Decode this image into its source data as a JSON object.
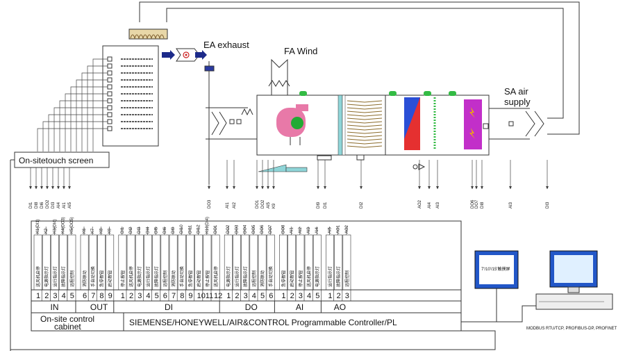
{
  "labels": {
    "ea_exhaust": "EA exhaust",
    "fa_wind": "FA Wind",
    "sa_air": "SA air",
    "sa_supply": "supply",
    "touch_screen": "On-sitetouch screen",
    "control_cabinet_1": "On-site control",
    "control_cabinet_2": "cabinet",
    "controller": "SIEMENSE/HONEYWELL/AIR&CONTROL Programmable Controller/PL",
    "monitor_text": "7'/10'/15'触摸屏",
    "protocol": "MODBUS RTU/TCP, PROFIBUS-DP, PROFINET"
  },
  "groups": [
    {
      "name": "IN",
      "numbers": [
        "1",
        "2",
        "3",
        "4",
        "5"
      ]
    },
    {
      "name": "OUT",
      "numbers": [
        "6",
        "7",
        "8",
        "9"
      ]
    },
    {
      "name": "DI",
      "numbers": [
        "1",
        "2",
        "3",
        "4",
        "5",
        "6",
        "7",
        "8",
        "9",
        "10",
        "11",
        "12"
      ]
    },
    {
      "name": "DO",
      "numbers": [
        "1",
        "2",
        "3",
        "4",
        "5",
        "6"
      ]
    },
    {
      "name": "AI",
      "numbers": [
        "1",
        "2",
        "3",
        "4",
        "5"
      ]
    },
    {
      "name": "AO",
      "numbers": [
        "1",
        "2",
        "3"
      ]
    }
  ],
  "terminal_codes": [
    {
      "code": "K1(DI1)"
    },
    {
      "code": "K2"
    },
    {
      "code": "K3(DI4)"
    },
    {
      "code": "K4(DO3)"
    },
    {
      "code": "K5(DO5)"
    },
    {
      "code": "K6"
    },
    {
      "code": "K7"
    },
    {
      "code": "K8"
    },
    {
      "code": "K9"
    },
    {
      "code": "DI1"
    },
    {
      "code": "DI2"
    },
    {
      "code": "DI3"
    },
    {
      "code": "DI4"
    },
    {
      "code": "DI5"
    },
    {
      "code": "DI6"
    },
    {
      "code": "DI9"
    },
    {
      "code": "DI10"
    },
    {
      "code": "DI11"
    },
    {
      "code": "DI12"
    },
    {
      "code": "K10(DI4)"
    },
    {
      "code": "DO1"
    },
    {
      "code": "DO2"
    },
    {
      "code": "DO3"
    },
    {
      "code": "DO4"
    },
    {
      "code": "DO5"
    },
    {
      "code": "DO6"
    },
    {
      "code": "DO7"
    },
    {
      "code": "DO8"
    },
    {
      "code": "AI1"
    },
    {
      "code": "AI2"
    },
    {
      "code": "AI3"
    },
    {
      "code": "AI4"
    },
    {
      "code": "AI5"
    },
    {
      "code": "AO1"
    },
    {
      "code": "AO2"
    },
    {
      "code": "AO3"
    }
  ],
  "field_signals": [
    {
      "code": "DI1"
    },
    {
      "code": "DI8"
    },
    {
      "code": "DI6"
    },
    {
      "code": "DO2"
    },
    {
      "code": "DI3"
    },
    {
      "code": "AI4"
    },
    {
      "code": "AI1"
    },
    {
      "code": "AI5"
    },
    {
      "code": "DO3"
    },
    {
      "code": "AI1"
    },
    {
      "code": "AI2"
    },
    {
      "code": "DO1"
    },
    {
      "code": "DO2"
    },
    {
      "code": "AI5"
    },
    {
      "code": "K9"
    },
    {
      "code": "DI9"
    },
    {
      "code": "DI1"
    },
    {
      "code": "DI2"
    },
    {
      "code": "AO2"
    },
    {
      "code": "AI4"
    },
    {
      "code": "AI3"
    },
    {
      "code": "DO6"
    },
    {
      "code": "DO7"
    },
    {
      "code": "DI8"
    },
    {
      "code": "AI3"
    },
    {
      "code": "DI3"
    }
  ],
  "chinese_rows": [
    {
      "text": "送风机启停"
    },
    {
      "text": "电源指示灯"
    },
    {
      "text": "运行指示灯"
    },
    {
      "text": "故障指示灯"
    },
    {
      "text": "远程控制"
    },
    {
      "text": "消防联动"
    },
    {
      "text": "手自动切换"
    },
    {
      "text": "急停按钮"
    },
    {
      "text": "启动按钮"
    },
    {
      "text": "停止按钮"
    }
  ],
  "colors": {
    "fan": "#e879a8",
    "fan_hub": "#22aa33",
    "coil_red": "#e53030",
    "coil_blue": "#2a4fd6",
    "heater": "#c22fc9",
    "filter_cyan": "#8fd5d8",
    "indicator_green": "#33bb44",
    "monitor_blue": "#2257c8",
    "arrow_navy": "#1c2a8a"
  },
  "icons": [
    "exhaust-arrow-icon",
    "fan-icon",
    "heater-icon",
    "coil-icon",
    "monitor-icon",
    "computer-icon",
    "keyboard-icon"
  ]
}
